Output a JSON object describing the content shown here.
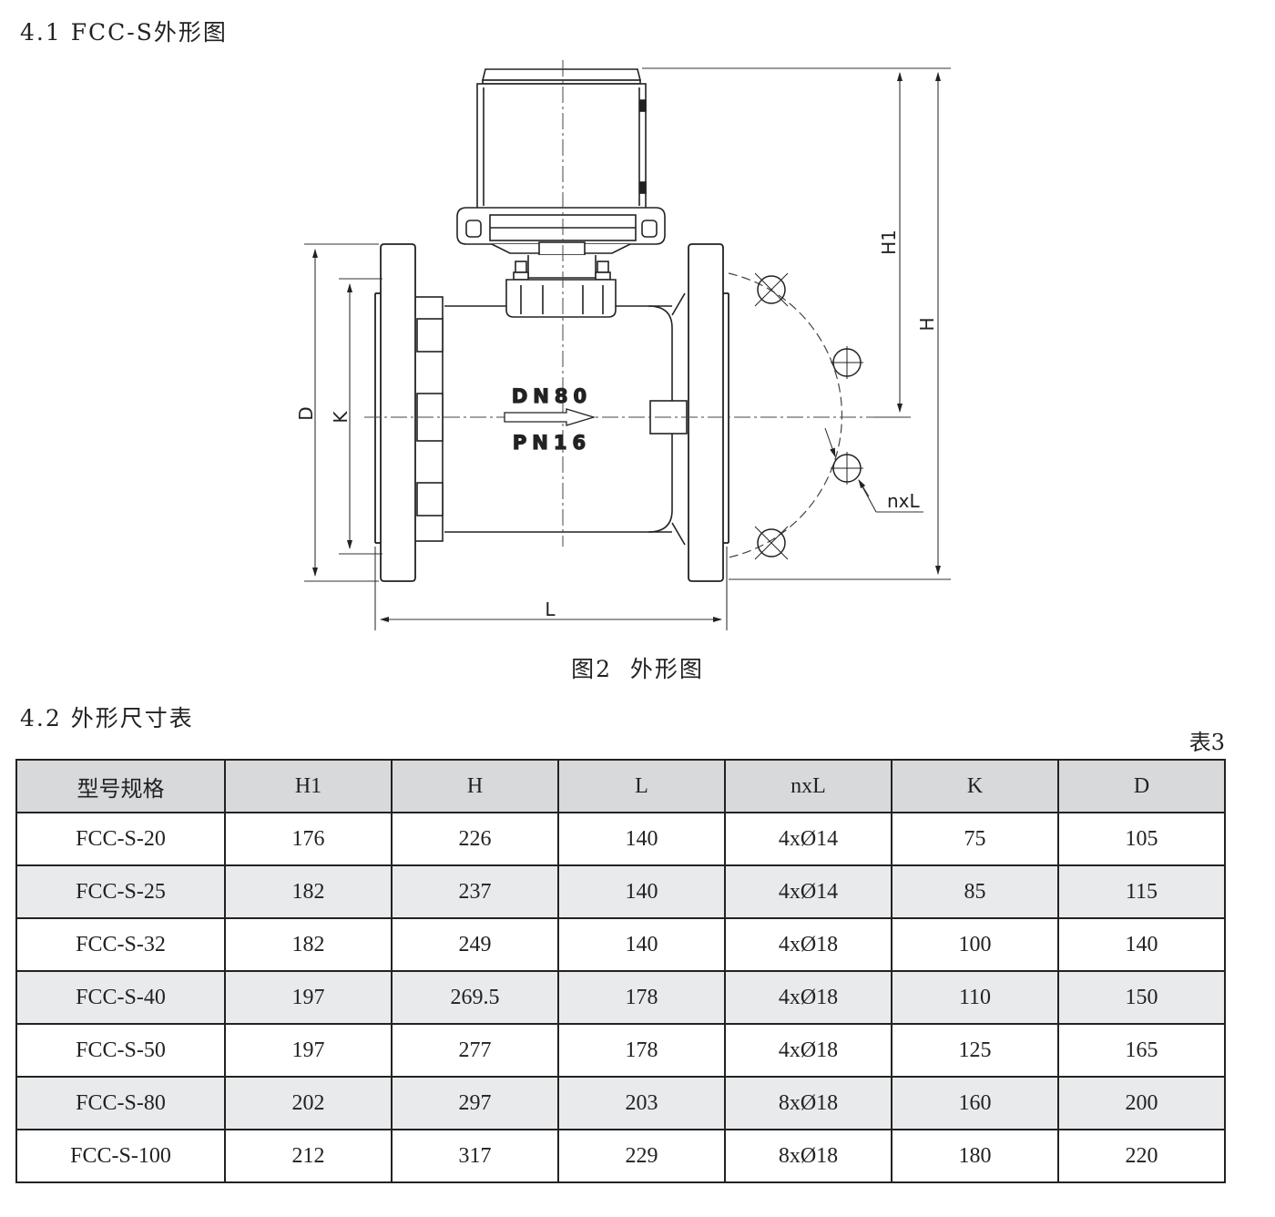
{
  "section1": {
    "title": "4.1 FCC-S外形图"
  },
  "figure": {
    "body_text_top": "DN80",
    "body_text_bottom": "PN16",
    "dim_labels": {
      "H1": "H1",
      "H": "H",
      "D": "D",
      "K": "K",
      "L": "L",
      "nxL": "nxL"
    },
    "caption": "图2  外形图"
  },
  "section2": {
    "title": "4.2 外形尺寸表"
  },
  "table": {
    "number": "表3",
    "headers": [
      "型号规格",
      "H1",
      "H",
      "L",
      "nxL",
      "K",
      "D"
    ],
    "rows": [
      [
        "FCC-S-20",
        "176",
        "226",
        "140",
        "4xØ14",
        "75",
        "105"
      ],
      [
        "FCC-S-25",
        "182",
        "237",
        "140",
        "4xØ14",
        "85",
        "115"
      ],
      [
        "FCC-S-32",
        "182",
        "249",
        "140",
        "4xØ18",
        "100",
        "140"
      ],
      [
        "FCC-S-40",
        "197",
        "269.5",
        "178",
        "4xØ18",
        "110",
        "150"
      ],
      [
        "FCC-S-50",
        "197",
        "277",
        "178",
        "4xØ18",
        "125",
        "165"
      ],
      [
        "FCC-S-80",
        "202",
        "297",
        "203",
        "8xØ18",
        "160",
        "200"
      ],
      [
        "FCC-S-100",
        "212",
        "317",
        "229",
        "8xØ18",
        "180",
        "220"
      ]
    ]
  }
}
